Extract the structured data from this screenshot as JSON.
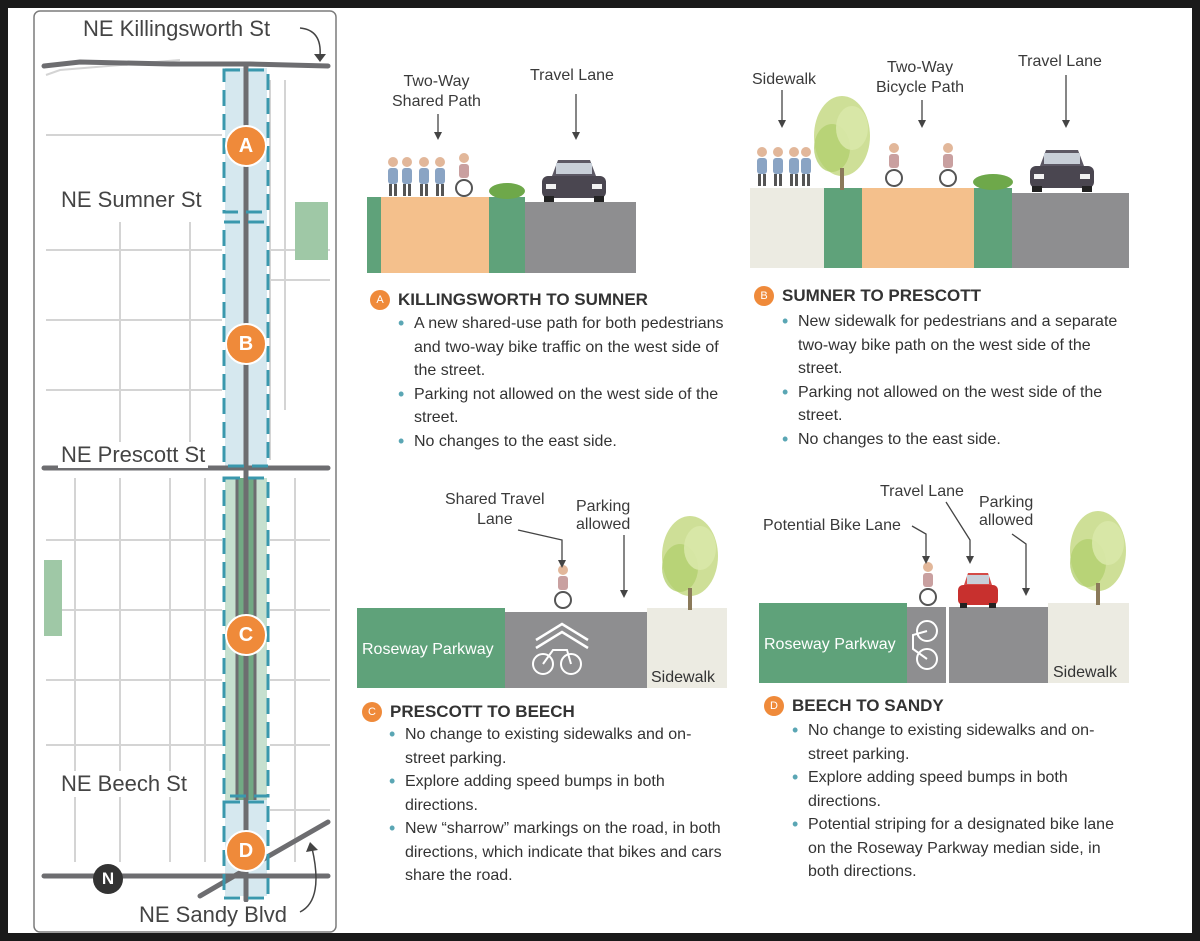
{
  "map": {
    "streets": {
      "killingsworth": "NE Killingsworth St",
      "sumner": "NE Sumner St",
      "prescott": "NE Prescott St",
      "beech": "NE Beech St",
      "sandy": "NE Sandy Blvd"
    },
    "badges": [
      "A",
      "B",
      "C",
      "D"
    ],
    "north": "N"
  },
  "sections": [
    {
      "letter": "A",
      "title": "KILLINGSWORTH TO SUMNER",
      "labels": {
        "path": "Two-Way\nShared Path",
        "travel": "Travel Lane"
      },
      "bullets": [
        "A new shared-use path for both pedestrians and two-way bike traffic on the west side of the street.",
        "Parking not allowed on the west side of the street.",
        "No changes to the east side."
      ]
    },
    {
      "letter": "B",
      "title": "SUMNER TO PRESCOTT",
      "labels": {
        "sidewalk": "Sidewalk",
        "bikepath": "Two-Way\nBicycle Path",
        "travel": "Travel Lane"
      },
      "bullets": [
        "New sidewalk for pedestrians and a separate two-way bike path on the west side of the street.",
        "Parking not allowed on the west side of the street.",
        "No changes to the east side."
      ]
    },
    {
      "letter": "C",
      "title": "PRESCOTT TO BEECH",
      "labels": {
        "shared": "Shared Travel\nLane",
        "parking": "Parking\nallowed",
        "parkway": "Roseway Parkway",
        "sidewalk": "Sidewalk"
      },
      "bullets": [
        "No change to existing sidewalks and on-street parking.",
        "Explore adding speed bumps in both directions.",
        "New “sharrow” markings on the road, in both directions, which indicate that bikes and cars share the road."
      ]
    },
    {
      "letter": "D",
      "title": "BEECH TO SANDY",
      "labels": {
        "travel": "Travel Lane",
        "parking": "Parking\nallowed",
        "bikelane": "Potential Bike Lane",
        "parkway": "Roseway Parkway",
        "sidewalk": "Sidewalk"
      },
      "bullets": [
        "No change to existing sidewalks and on-street parking.",
        "Explore adding speed bumps in both directions.",
        "Potential striping for a designated bike lane on the Roseway Parkway median side, in both directions."
      ]
    }
  ],
  "colors": {
    "orange": "#ef8a3a",
    "path": "#f4c08c",
    "green": "#5fa27a",
    "road": "#8e8e90",
    "sidewalk": "#ecebe2",
    "teal": "#3a98ad"
  }
}
